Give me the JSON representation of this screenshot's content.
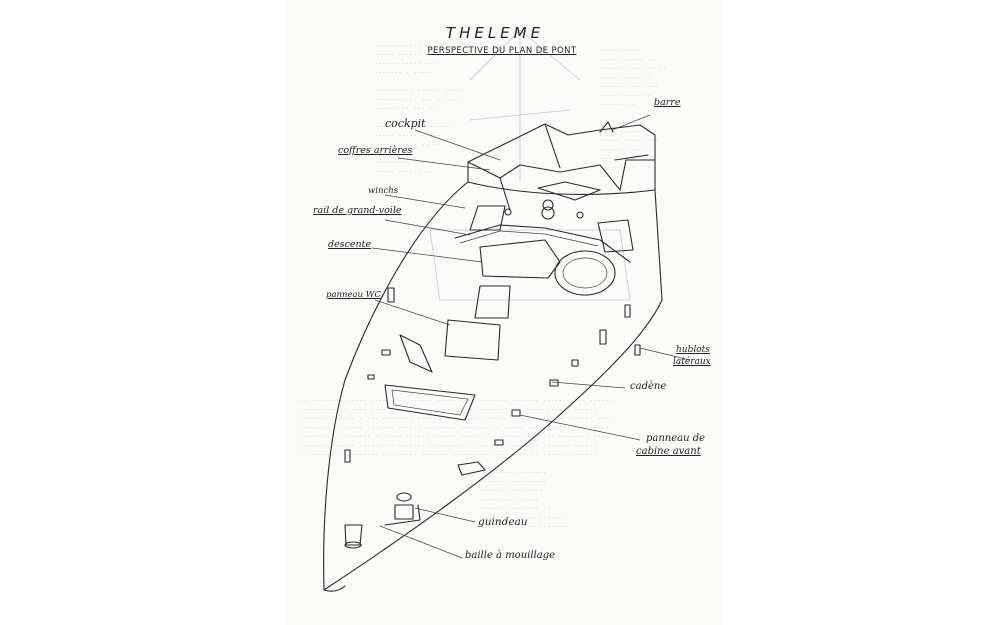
{
  "drawing": {
    "title": "THELEME",
    "subtitle": "PERSPECTIVE DU PLAN DE PONT"
  },
  "labels": {
    "cockpit": "cockpit",
    "coffres": "coffres arrières",
    "winchs": "winchs",
    "rail": "rail de grand-voile",
    "descente": "descente",
    "panneau_wc": "panneau WC",
    "barre": "barre",
    "hublots_1": "hublots",
    "hublots_2": "latéraux",
    "cadene": "cadène",
    "panneau_cabine_1": "panneau de",
    "panneau_cabine_2": "cabine avant",
    "guindeau": "guindeau",
    "baille": "baille à mouillage"
  }
}
